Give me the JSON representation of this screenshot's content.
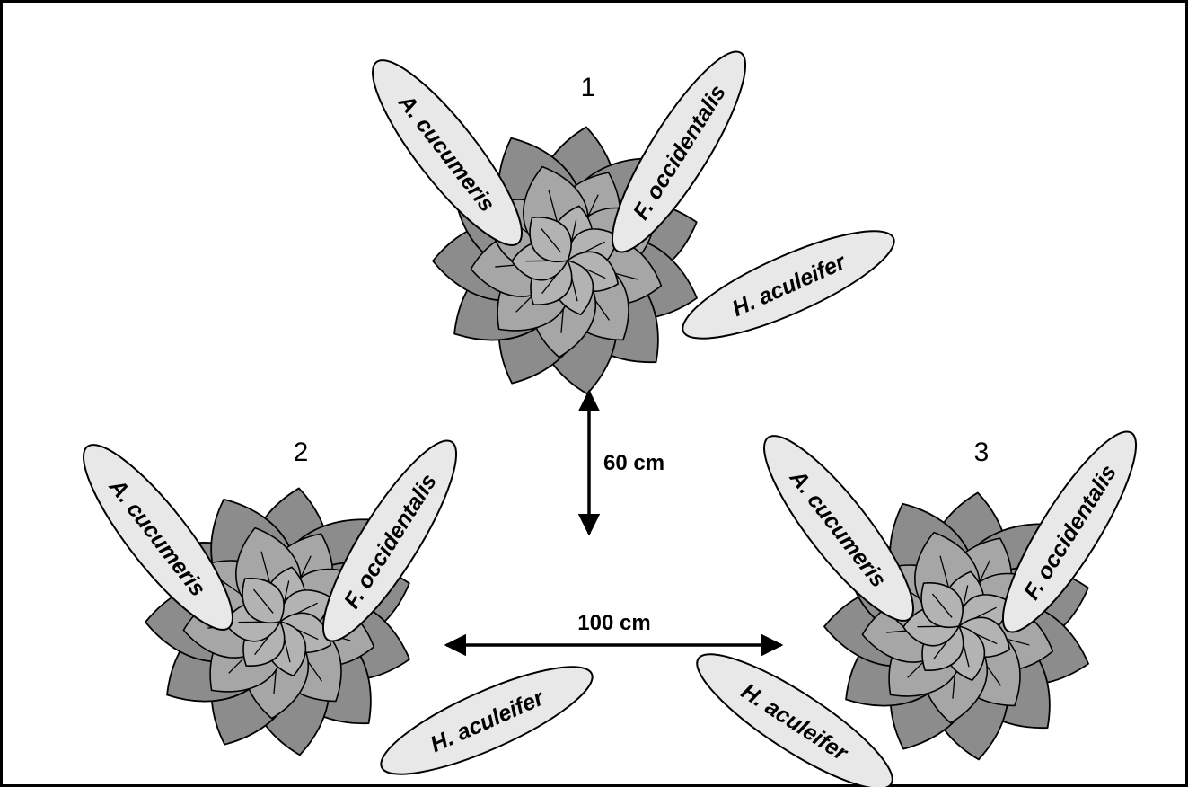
{
  "plants": [
    {
      "number": "1",
      "tags": {
        "cucumeris": "A. cucumeris",
        "occidentalis": "F. occidentalis",
        "aculeifer": "H. aculeifer"
      }
    },
    {
      "number": "2",
      "tags": {
        "cucumeris": "A. cucumeris",
        "occidentalis": "F. occidentalis",
        "aculeifer": "H. aculeifer"
      }
    },
    {
      "number": "3",
      "tags": {
        "cucumeris": "A. cucumeris",
        "occidentalis": "F. occidentalis",
        "aculeifer": "H. aculeifer"
      }
    }
  ],
  "distances": {
    "vertical": "60 cm",
    "horizontal": "100 cm"
  },
  "colors": {
    "outer_leaves": "#8c8c8c",
    "middle_leaves": "#a6a6a6",
    "inner_leaves": "#b3b3b3",
    "tag_fill": "#e8e8e8",
    "frame": "#000000"
  }
}
